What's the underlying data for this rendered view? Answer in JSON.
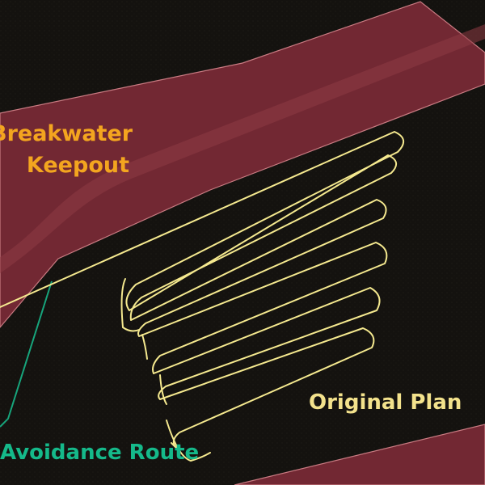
{
  "map": {
    "labels": {
      "keepout_line1": "Breakwater",
      "keepout_line2": "Keepout",
      "original_plan": "Original Plan",
      "avoidance_route": "Avoidance Route"
    },
    "colors": {
      "background": "#0e0d0b",
      "keepout_fill": "#7a2a36",
      "keepout_outline": "#c97b82",
      "keepout_label": "#f3a51f",
      "original_plan_line": "#f5e98f",
      "avoidance_route_line": "#17a57c"
    }
  }
}
